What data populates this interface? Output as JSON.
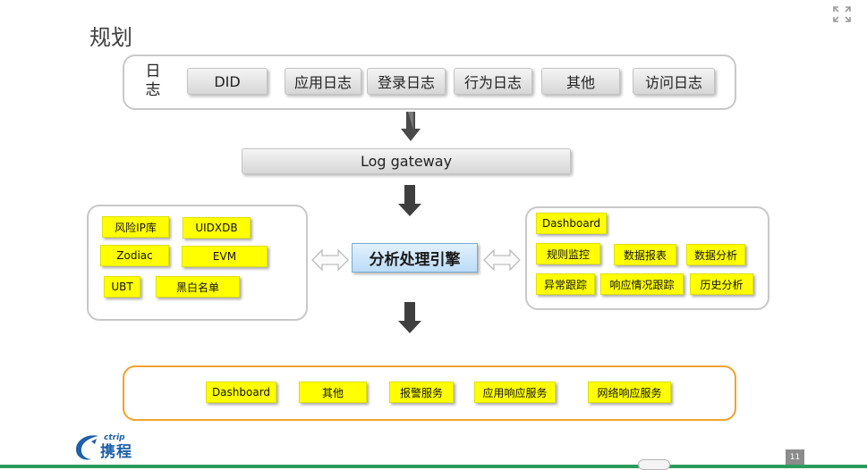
{
  "slide": {
    "title": "规划",
    "page_number": "11"
  },
  "logs": {
    "label_line1": "日",
    "label_line2": "志",
    "items": [
      "DID",
      "应用日志",
      "登录日志",
      "行为日志",
      "其他",
      "访问日志"
    ]
  },
  "gateway": {
    "label": "Log gateway"
  },
  "left_group": {
    "items": [
      "风险IP库",
      "UIDXDB",
      "Zodiac",
      "EVM",
      "UBT",
      "黑白名单"
    ]
  },
  "engine": {
    "label": "分析处理引擎"
  },
  "right_group": {
    "items": [
      "Dashboard",
      "规则监控",
      "数据报表",
      "数据分析",
      "异常跟踪",
      "响应情况跟踪",
      "历史分析"
    ]
  },
  "outputs": {
    "items": [
      "Dashboard",
      "其他",
      "报警服务",
      "应用响应服务",
      "网络响应服务"
    ]
  },
  "logo": {
    "latin": "ctrip",
    "chinese": "携程",
    "color": "#1f5fa8"
  },
  "colors": {
    "highlight_yellow": "#ffff00",
    "output_border": "#f0a22e",
    "engine_fill": "#cfe6fa",
    "footer_line": "#2e9b5b"
  }
}
